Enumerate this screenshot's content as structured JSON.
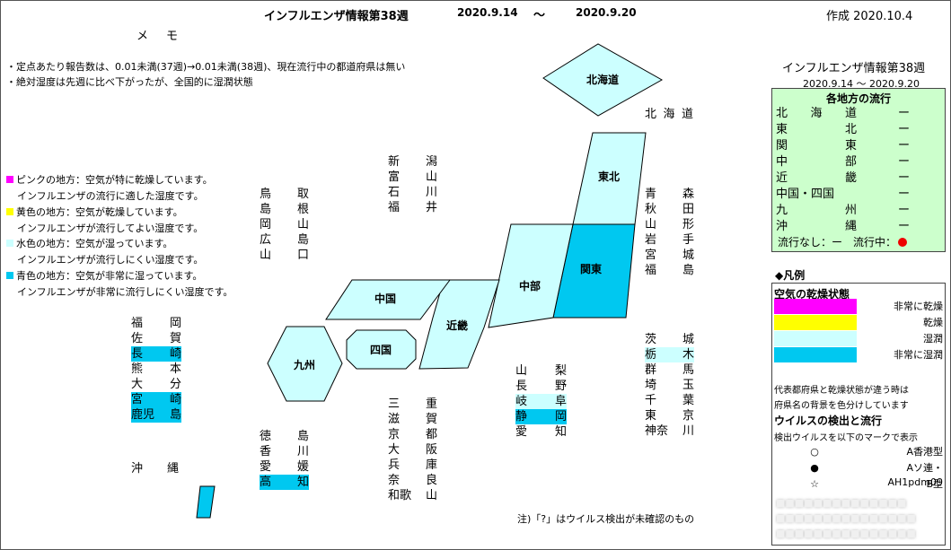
{
  "header": {
    "title": "インフルエンザ情報第38週",
    "date_start": "2020.9.14",
    "tilde": "～",
    "date_end": "2020.9.20",
    "created": "作成 2020.10.4"
  },
  "memo": {
    "title": "メモ",
    "lines": [
      "・定点あたり報告数は、0.01未満(37週)→0.01未満(38週)、現在流行中の都道府県は無い",
      "・絶対湿度は先週に比べ下がったが、全国的に湿潤状態"
    ]
  },
  "color_legend": {
    "lines": [
      "ピンクの地方：空気が特に乾燥しています。",
      "インフルエンザの流行に適した湿度です。",
      "黄色の地方：空気が乾燥しています。",
      "インフルエンザが流行してよい湿度です。",
      "水色の地方：空気が湿っています。",
      "インフルエンザが流行しにくい湿度です。",
      "青色の地方：空気が非常に湿っています。",
      "インフルエンザが非常に流行しにくい湿度です。"
    ],
    "colors": {
      "pink": "#ff00ff",
      "yellow": "#ffff00",
      "light_blue": "#ccffff",
      "blue": "#00c8f0"
    }
  },
  "regions": {
    "hokkaido": "北海道",
    "tohoku": "東北",
    "kanto": "関東",
    "chubu": "中部",
    "kinki": "近畿",
    "chugoku": "中国",
    "shikoku": "四国",
    "kyushu": "九州"
  },
  "prefectures": {
    "hokkaido": [
      "北",
      "海",
      "道"
    ],
    "tohoku": [
      [
        "青",
        "森"
      ],
      [
        "秋",
        "田"
      ],
      [
        "山",
        "形"
      ],
      [
        "岩",
        "手"
      ],
      [
        "宮",
        "城"
      ],
      [
        "福",
        "島"
      ]
    ],
    "kanto": [
      [
        "茨",
        "城"
      ],
      [
        "栃",
        "木"
      ],
      [
        "群",
        "馬"
      ],
      [
        "埼",
        "玉"
      ],
      [
        "千",
        "葉"
      ],
      [
        "東",
        "京"
      ],
      [
        "神奈",
        "川"
      ]
    ],
    "chubu_north": [
      [
        "新",
        "潟"
      ],
      [
        "富",
        "山"
      ],
      [
        "石",
        "川"
      ],
      [
        "福",
        "井"
      ]
    ],
    "chubu_south": [
      [
        "山",
        "梨"
      ],
      [
        "長",
        "野"
      ],
      [
        "岐",
        "阜"
      ],
      [
        "静",
        "岡"
      ],
      [
        "愛",
        "知"
      ]
    ],
    "chugoku": [
      [
        "鳥",
        "取"
      ],
      [
        "島",
        "根"
      ],
      [
        "岡",
        "山"
      ],
      [
        "広",
        "島"
      ],
      [
        "山",
        "口"
      ]
    ],
    "shikoku": [
      [
        "徳",
        "島"
      ],
      [
        "香",
        "川"
      ],
      [
        "愛",
        "媛"
      ],
      [
        "高",
        "知"
      ]
    ],
    "kinki": [
      [
        "三",
        "重"
      ],
      [
        "滋",
        "賀"
      ],
      [
        "京",
        "都"
      ],
      [
        "大",
        "阪"
      ],
      [
        "兵",
        "庫"
      ],
      [
        "奈",
        "良"
      ],
      [
        "和歌",
        "山"
      ]
    ],
    "kyushu": [
      [
        "福",
        "岡"
      ],
      [
        "佐",
        "賀"
      ],
      [
        "長",
        "崎"
      ],
      [
        "熊",
        "本"
      ],
      [
        "大",
        "分"
      ],
      [
        "宮",
        "崎"
      ],
      [
        "鹿児",
        "島"
      ]
    ],
    "okinawa": [
      "沖",
      "縄"
    ]
  },
  "footnote": "注)「?」はウイルス検出が未確認のもの",
  "panel": {
    "title": "インフルエンザ情報第38週",
    "dates": "2020.9.14 ～ 2020.9.20",
    "spread_title": "各地方の流行",
    "spread_rows": [
      {
        "name": [
          "北",
          "海",
          "道"
        ],
        "value": "ー"
      },
      {
        "name": [
          "東",
          "",
          "北"
        ],
        "value": "ー"
      },
      {
        "name": [
          "関",
          "",
          "東"
        ],
        "value": "ー"
      },
      {
        "name": [
          "中",
          "",
          "部"
        ],
        "value": "ー"
      },
      {
        "name": [
          "近",
          "",
          "畿"
        ],
        "value": "ー"
      },
      {
        "name": [
          "中国・四国"
        ],
        "value": "ー"
      },
      {
        "name": [
          "九",
          "",
          "州"
        ],
        "value": "ー"
      },
      {
        "name": [
          "沖",
          "",
          "縄"
        ],
        "value": "ー"
      }
    ],
    "status_text": "流行なし：ー　流行中：",
    "status_dot_color": "#ee0000"
  },
  "legend": {
    "heading": "◆凡例",
    "sub": "空気の乾燥状態",
    "items": [
      {
        "label": "非常に乾燥",
        "color": "#ff00ff"
      },
      {
        "label": "乾燥",
        "color": "#ffff00"
      },
      {
        "label": "湿潤",
        "color": "#ccffff"
      },
      {
        "label": "非常に湿潤",
        "color": "#00c8f0"
      }
    ],
    "note1": "代表都府県と乾燥状態が違う時は",
    "note2": "府県名の背景を色分けしています",
    "virus_title": "ウイルスの検出と流行",
    "virus_note": "検出ウイルスを以下のマークで表示",
    "marks": [
      {
        "symbol": "○",
        "label": "A香港型"
      },
      {
        "symbol": "●",
        "label": "Aソ連・AH1pdm09"
      },
      {
        "symbol": "☆",
        "label": "B型"
      }
    ]
  }
}
